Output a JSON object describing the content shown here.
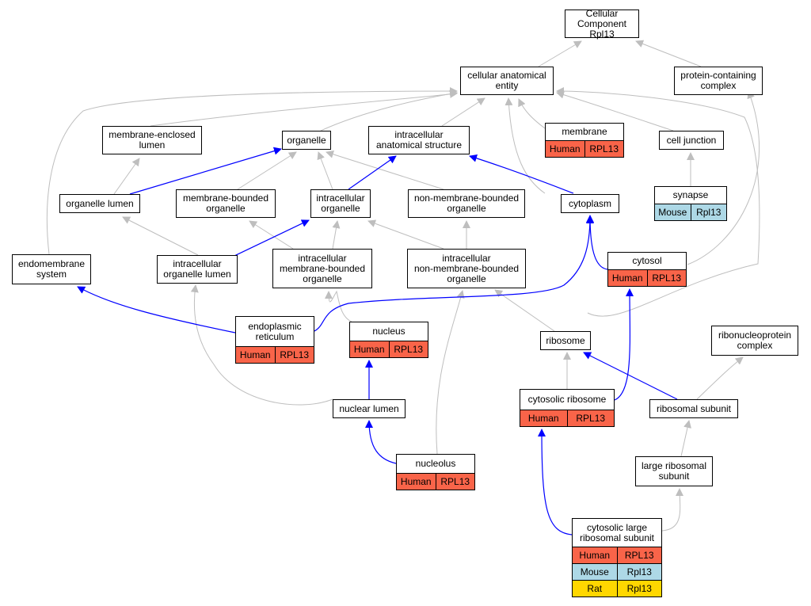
{
  "colors": {
    "human": "#f96449",
    "mouse": "#add8e6",
    "rat": "#ffd700",
    "edge_gray": "#bebebe",
    "edge_blue": "#0000ff"
  },
  "nodes": {
    "cc": {
      "label": "Cellular Component\nRpl13"
    },
    "cae": {
      "label": "cellular anatomical\nentity"
    },
    "pcc": {
      "label": "protein-containing\ncomplex"
    },
    "mel": {
      "label": "membrane-enclosed\nlumen"
    },
    "org": {
      "label": "organelle"
    },
    "ias": {
      "label": "intracellular\nanatomical structure"
    },
    "mem": {
      "label": "membrane",
      "rows": [
        [
          "Human",
          "RPL13"
        ]
      ]
    },
    "cj": {
      "label": "cell junction"
    },
    "ol": {
      "label": "organelle lumen"
    },
    "mbo": {
      "label": "membrane-bounded\norganelle"
    },
    "io": {
      "label": "intracellular\norganelle"
    },
    "nmbo": {
      "label": "non-membrane-bounded\norganelle"
    },
    "cyto": {
      "label": "cytoplasm"
    },
    "syn": {
      "label": "synapse",
      "rows": [
        [
          "Mouse",
          "Rpl13"
        ]
      ]
    },
    "es": {
      "label": "endomembrane\nsystem"
    },
    "iol": {
      "label": "intracellular\norganelle lumen"
    },
    "imbo": {
      "label": "intracellular\nmembrane-bounded\norganelle"
    },
    "inmbo": {
      "label": "intracellular\nnon-membrane-bounded\norganelle"
    },
    "cytosol": {
      "label": "cytosol",
      "rows": [
        [
          "Human",
          "RPL13"
        ]
      ]
    },
    "er": {
      "label": "endoplasmic\nreticulum",
      "rows": [
        [
          "Human",
          "RPL13"
        ]
      ]
    },
    "nuc": {
      "label": "nucleus",
      "rows": [
        [
          "Human",
          "RPL13"
        ]
      ]
    },
    "ribo": {
      "label": "ribosome"
    },
    "rnp": {
      "label": "ribonucleoprotein\ncomplex"
    },
    "cr": {
      "label": "cytosolic ribosome",
      "rows": [
        [
          "Human",
          "RPL13"
        ]
      ]
    },
    "rs": {
      "label": "ribosomal subunit"
    },
    "nl": {
      "label": "nuclear lumen"
    },
    "nlo": {
      "label": "nucleolus",
      "rows": [
        [
          "Human",
          "RPL13"
        ]
      ]
    },
    "lrs": {
      "label": "large ribosomal\nsubunit"
    },
    "clrs": {
      "label": "cytosolic large\nribosomal subunit",
      "rows": [
        [
          "Human",
          "RPL13"
        ],
        [
          "Mouse",
          "Rpl13"
        ],
        [
          "Rat",
          "Rpl13"
        ]
      ]
    }
  }
}
